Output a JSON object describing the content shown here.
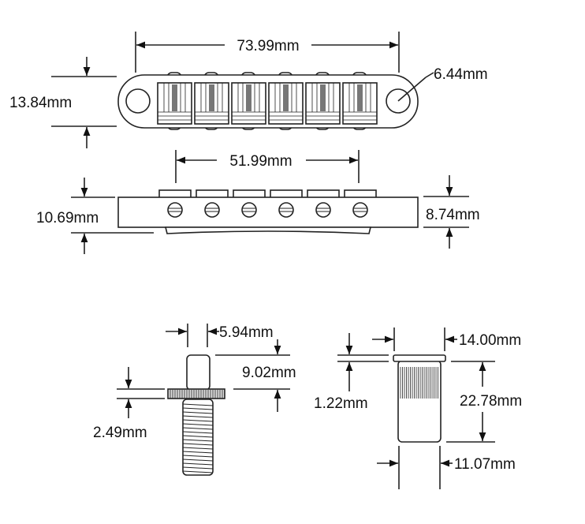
{
  "title": "Tune-o-matic bridge and stud dimensions",
  "colors": {
    "line": "#222222",
    "background": "#ffffff"
  },
  "dimensions": {
    "bridge_length": "73.99mm",
    "post_hole": "6.44mm",
    "bridge_depth": "13.84mm",
    "saddle_span": "51.99mm",
    "bridge_height_total": "10.69mm",
    "bridge_body_height": "8.74mm",
    "stud_post_diameter": "5.94mm",
    "stud_post_height": "9.02mm",
    "stud_flange_thickness": "2.49mm",
    "insert_flange_diameter": "14.00mm",
    "insert_flange_thickness": "1.22mm",
    "insert_length": "22.78mm",
    "insert_body_diameter": "11.07mm"
  }
}
